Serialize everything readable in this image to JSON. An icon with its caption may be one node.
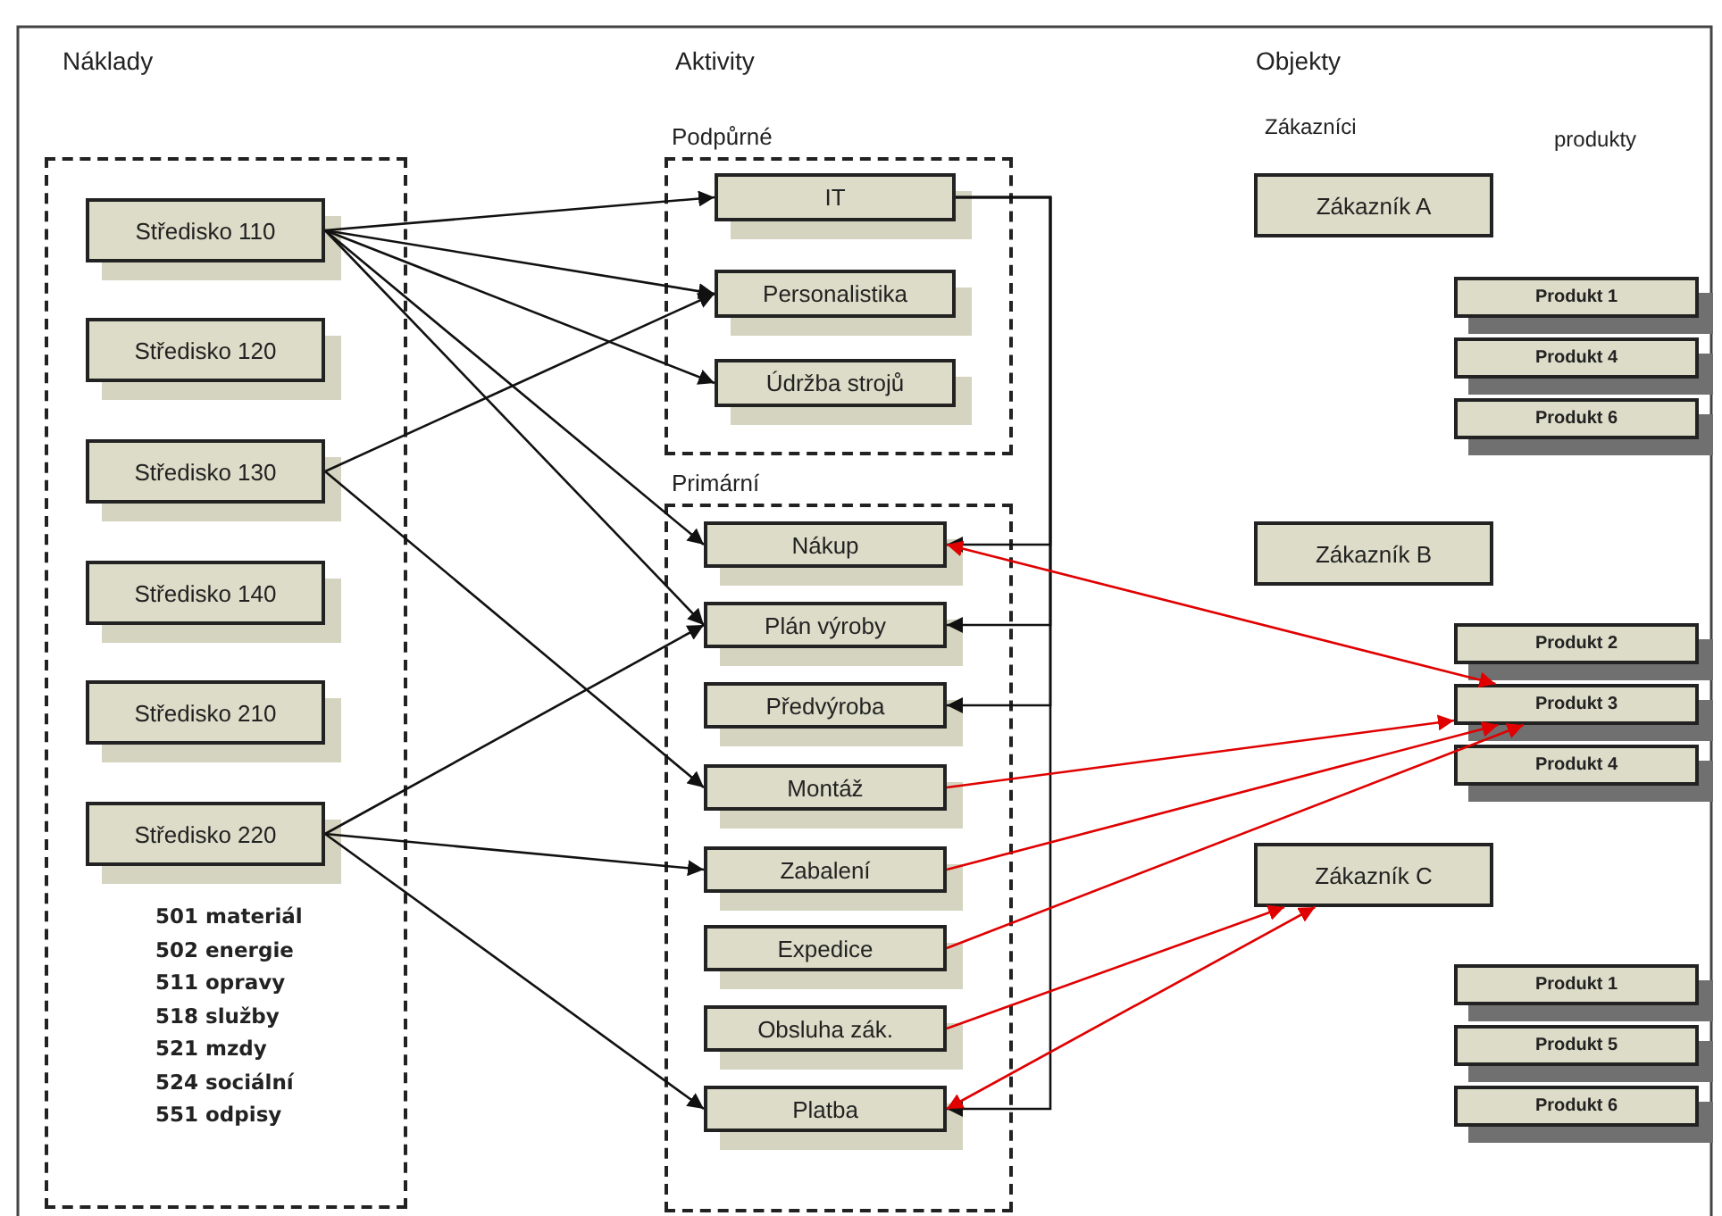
{
  "diagram": {
    "nodes": [
      {
        "text": [],
        "shape": "box"
      },
      {
        "text": [
          "Středisko 110"
        ],
        "in": 0
      },
      {
        "text": [
          "Středisko 120"
        ],
        "in": 0
      },
      {
        "text": [
          "Středisko 130"
        ],
        "in": 0
      },
      {
        "text": [
          "Středisko 140"
        ],
        "in": 0
      },
      {
        "text": [
          "Středisko 210"
        ],
        "in": 0
      },
      {
        "text": [
          "Středisko 220"
        ],
        "in": 0
      },
      {
        "text": [
          "Podpůrné"
        ]
      },
      {
        "text": [
          "IT"
        ],
        "in": 7
      },
      {
        "text": [
          "Personalistika"
        ],
        "in": 7
      },
      {
        "text": [
          "Údržba strojů"
        ],
        "in": 7
      },
      {
        "text": [
          "Primární"
        ]
      },
      {
        "text": [
          "Nákup"
        ],
        "in": 11
      },
      {
        "text": [
          "Plán výroby"
        ],
        "in": 11
      },
      {
        "text": [
          "Předvýroba"
        ],
        "in": 11
      },
      {
        "text": [
          "Montáž"
        ],
        "in": 11
      },
      {
        "text": [
          "Zabalení"
        ],
        "in": 11
      },
      {
        "text": [
          "Expedice"
        ],
        "in": 11
      },
      {
        "text": [
          "Obsluha zák."
        ],
        "in": 11
      },
      {
        "text": [
          "Platba"
        ],
        "in": 11
      },
      {
        "text": [
          "Zákazník A"
        ]
      },
      {
        "text": [
          "Produkt 1"
        ]
      },
      {
        "text": [
          "Produkt 4"
        ]
      },
      {
        "text": [
          "Produkt 6"
        ]
      },
      {
        "text": [
          "Zákazník B"
        ]
      },
      {
        "text": [
          "Produkt 2"
        ]
      },
      {
        "text": [
          "Produkt 3"
        ]
      },
      {
        "text": [
          "Produkt 4"
        ]
      },
      {
        "text": [
          "Zákazník C"
        ]
      },
      {
        "text": [
          "Produkt 1"
        ]
      },
      {
        "text": [
          "Produkt 5"
        ]
      },
      {
        "text": [
          "Produkt 6"
        ]
      }
    ],
    "edges": [
      {
        "from": 1,
        "to": 8,
        "arrow": "to"
      },
      {
        "from": 1,
        "to": 9,
        "arrow": "to"
      },
      {
        "from": 1,
        "to": 10,
        "arrow": "to"
      },
      {
        "from": 1,
        "to": 12,
        "arrow": "to"
      },
      {
        "from": 1,
        "to": 13,
        "arrow": "to"
      },
      {
        "from": 3,
        "to": 9,
        "arrow": "to"
      },
      {
        "from": 3,
        "to": 15,
        "arrow": "to"
      },
      {
        "from": 6,
        "to": 13,
        "arrow": "to"
      },
      {
        "from": 6,
        "to": 16,
        "arrow": "to"
      },
      {
        "from": 6,
        "to": 19,
        "arrow": "to"
      },
      {
        "from": 8,
        "to": 12,
        "arrow": "to"
      },
      {
        "from": 8,
        "to": 13,
        "arrow": "to"
      },
      {
        "from": 8,
        "to": 14,
        "arrow": "to"
      },
      {
        "from": 8,
        "to": 19,
        "arrow": "to"
      },
      {
        "from": 12,
        "to": 26,
        "arrow": "both",
        "color": "#e00000"
      },
      {
        "from": 15,
        "to": 26,
        "arrow": "to",
        "color": "#e00000"
      },
      {
        "from": 16,
        "to": 26,
        "arrow": "to",
        "color": "#e00000"
      },
      {
        "from": 17,
        "to": 26,
        "arrow": "to",
        "color": "#e00000"
      },
      {
        "from": 18,
        "to": 28,
        "arrow": "to",
        "color": "#e00000"
      },
      {
        "from": 19,
        "to": 28,
        "arrow": "both",
        "color": "#e00000"
      }
    ],
    "labels": [
      "Náklady",
      "Aktivity",
      "Objekty",
      "Zákazníci",
      "produkty",
      "501 materiál",
      "502 energie",
      "511 opravy",
      "518 služby",
      "521 mzdy",
      "524 sociální",
      "551 odpisy"
    ]
  }
}
